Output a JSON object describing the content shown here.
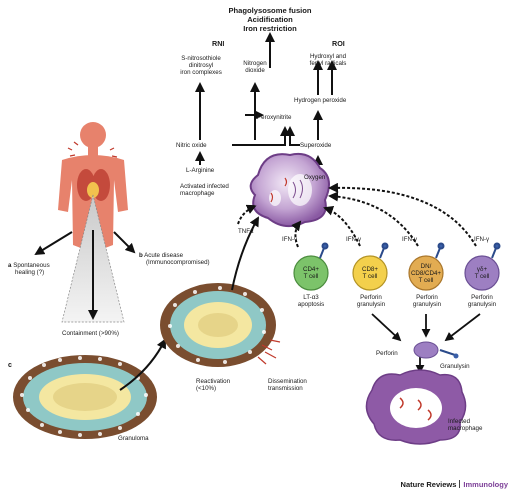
{
  "header": {
    "line1": "Phagolysosome fusion",
    "line2": "Acidification",
    "line3": "Iron restriction"
  },
  "rni": {
    "title": "RNI",
    "item1_l1": "S-nitrosothiole",
    "item1_l2": "dinitrosyl",
    "item1_l3": "iron complexes",
    "item2_l1": "Nitrogen",
    "item2_l2": "dioxide"
  },
  "roi": {
    "title": "ROI",
    "item1_l1": "Hydroxyl and",
    "item1_l2": "ferryl radicals",
    "item2": "Hydrogen peroxide"
  },
  "pathway": {
    "peroxynitrite": "Peroxynitrite",
    "nitric_oxide": "Nitric oxide",
    "superoxide": "Superoxide",
    "l_arginine": "L-Arginine",
    "oxygen": "Oxygen"
  },
  "macrophage": {
    "l1": "Activated infected",
    "l2": "macrophage",
    "tnf": "TNFα"
  },
  "tcells": {
    "ifn": "IFN-γ",
    "cd4_l1": "CD4+",
    "cd4_l2": "T cell",
    "cd4_effect_l1": "LT-α3",
    "cd4_effect_l2": "apoptosis",
    "cd8_l1": "CD8+",
    "cd8_l2": "T cell",
    "dn_l1": "DN/",
    "dn_l2": "CD8/CD4+",
    "dn_l3": "T cell",
    "gd_l1": "γδ+",
    "gd_l2": "T cell",
    "perforin": "Perforin",
    "granulysin": "granulysin"
  },
  "killing": {
    "perforin": "Perforin",
    "granulysin": "Granulysin",
    "infected_l1": "Infected",
    "infected_l2": "macrophage"
  },
  "left": {
    "a_letter": "a",
    "a_l1": "Spontaneous",
    "a_l2": "healing (?)",
    "b_letter": "b",
    "b_l1": "Acute disease",
    "b_l2": "(Immunocompromised)",
    "containment": "Containment (>90%)",
    "c_letter": "c",
    "granuloma": "Granuloma",
    "reactivation_l1": "Reactivation",
    "reactivation_l2": "(<10%)",
    "dissemination_l1": "Dissemination",
    "dissemination_l2": "transmission"
  },
  "footer": {
    "journal": "Nature Reviews",
    "section": "Immunology"
  },
  "colors": {
    "macrophage": "#8e5aa6",
    "macrophage_light": "#cbb1d8",
    "cd4": "#7cc36a",
    "cd8": "#f3d04c",
    "dn": "#e2ac52",
    "gd": "#9d7fc2",
    "granuloma_teal": "#8fc8c6",
    "granuloma_core": "#f4e7a1",
    "granuloma_brown": "#7a4d2f",
    "body": "#e7826c"
  }
}
